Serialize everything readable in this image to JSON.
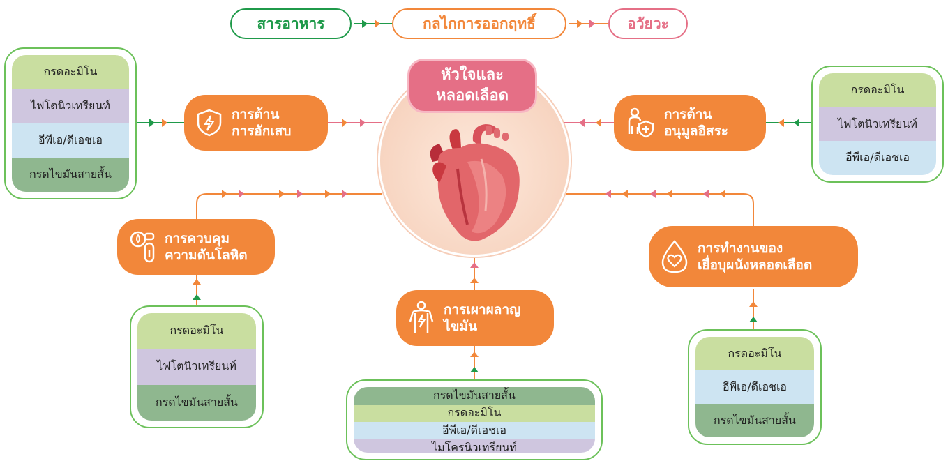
{
  "header": {
    "nutrients": "สารอาหาร",
    "mechanism": "กลไกการออกฤทธิ์",
    "organ": "อวัยวะ"
  },
  "center": {
    "title_line1": "หัวใจและ",
    "title_line2": "หลอดเลือด",
    "image": "heart-illustration"
  },
  "mechanisms": {
    "anti_inflammation": {
      "line1": "การต้าน",
      "line2": "การอักเสบ",
      "icon": "shield-lightning-icon"
    },
    "antioxidant": {
      "line1": "การต้าน",
      "line2": "อนุมูลอิสระ",
      "icon": "person-shield-icon"
    },
    "blood_pressure": {
      "line1": "การควบคุม",
      "line2": "ความดันโลหิต",
      "icon": "blood-pressure-icon"
    },
    "fat_metabolism": {
      "line1": "การเผาผลาญ",
      "line2": "ไขมัน",
      "icon": "body-energy-icon"
    },
    "endothelium": {
      "line1": "การทำงานของ",
      "line2": "เยื่อบุผนังหลอดเลือด",
      "icon": "drop-heart-icon"
    }
  },
  "panels": {
    "top_left": [
      "กรดอะมิโน",
      "ไฟโตนิวเทรียนท์",
      "อีพีเอ/ดีเอชเอ",
      "กรดไขมันสายสั้น"
    ],
    "top_right": [
      "กรดอะมิโน",
      "ไฟโตนิวเทรียนท์",
      "อีพีเอ/ดีเอชเอ"
    ],
    "bottom_left": [
      "กรดอะมิโน",
      "ไฟโตนิวเทรียนท์",
      "กรดไขมันสายสั้น"
    ],
    "bottom_center": [
      "กรดไขมันสายสั้น",
      "กรดอะมิโน",
      "อีพีเอ/ดีเอชเอ",
      "ไมโครนิวเทรียนท์"
    ],
    "bottom_right": [
      "กรดอะมิโน",
      "อีพีเอ/ดีเอชเอ",
      "กรดไขมันสายสั้น"
    ]
  },
  "colors": {
    "nutrients": "#1f9a4a",
    "mechanism": "#f2873a",
    "organ": "#e56f86"
  }
}
